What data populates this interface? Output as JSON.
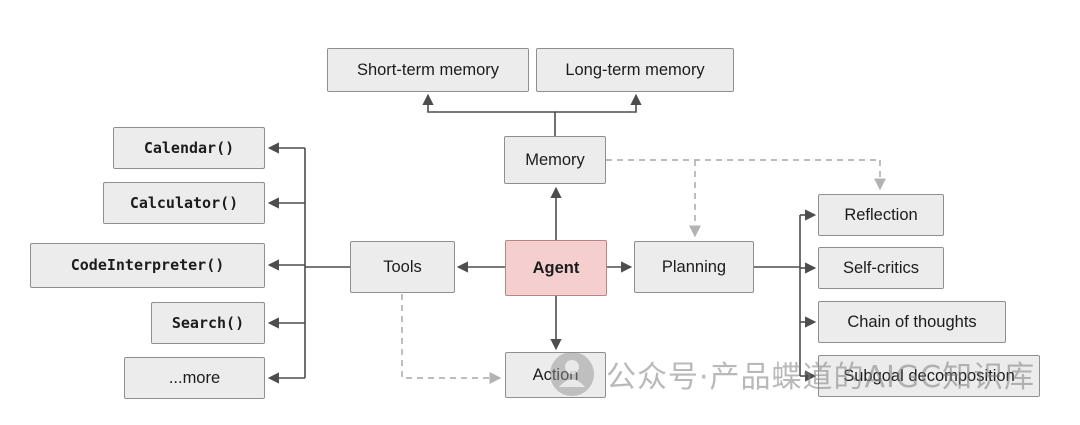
{
  "nodes": {
    "agent": "Agent",
    "memory": "Memory",
    "short_term_memory": "Short-term memory",
    "long_term_memory": "Long-term memory",
    "tools": "Tools",
    "planning": "Planning",
    "action": "Action"
  },
  "tool_items": [
    "Calendar()",
    "Calculator()",
    "CodeInterpreter()",
    "Search()",
    "...more"
  ],
  "planning_items": [
    "Reflection",
    "Self-critics",
    "Chain of thoughts",
    "Subgoal decomposition"
  ],
  "watermark": {
    "icon": "wechat-official-account-icon",
    "text": "公众号·产品蝶道的AIGC知识库"
  },
  "colors": {
    "box_fill": "#ececec",
    "box_border": "#8f8f8f",
    "agent_fill": "#f5cfcf",
    "agent_border": "#bb8484",
    "arrow": "#4d4d4d",
    "dashed_arrow": "#b3b3b3"
  }
}
